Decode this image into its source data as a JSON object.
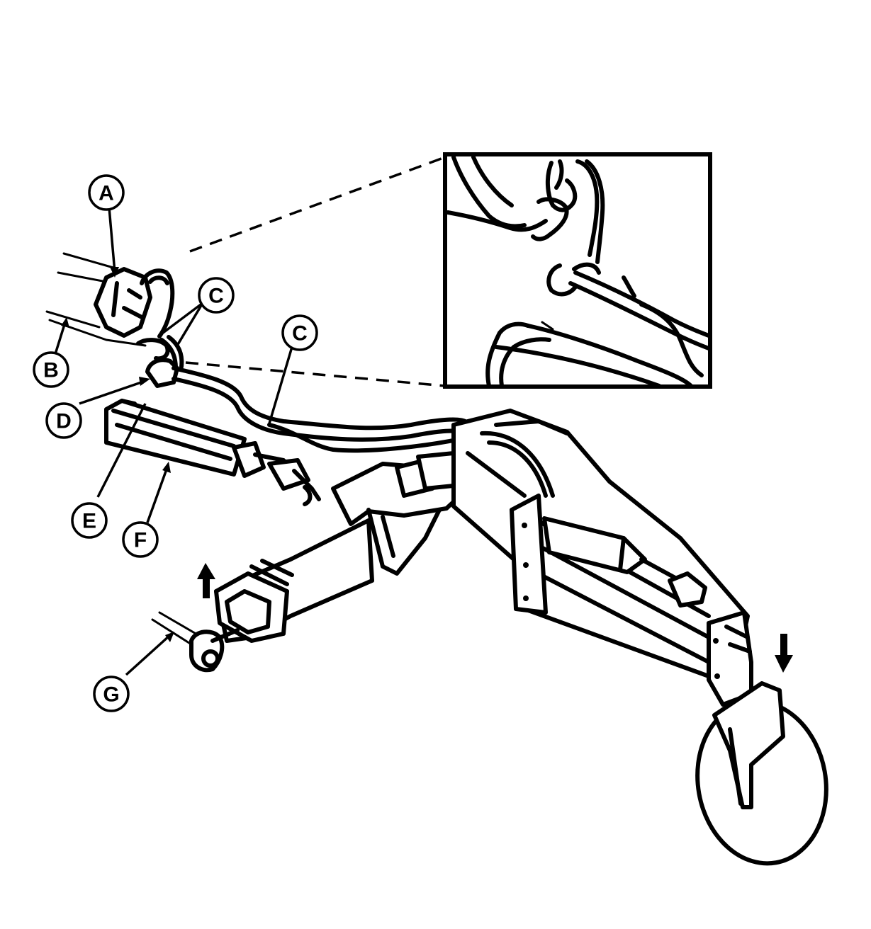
{
  "diagram": {
    "callouts": [
      {
        "id": "A",
        "label": "A"
      },
      {
        "id": "B",
        "label": "B"
      },
      {
        "id": "C1",
        "label": "C"
      },
      {
        "id": "C2",
        "label": "C"
      },
      {
        "id": "D",
        "label": "D"
      },
      {
        "id": "E",
        "label": "E"
      },
      {
        "id": "F",
        "label": "F"
      },
      {
        "id": "G",
        "label": "G"
      }
    ]
  }
}
